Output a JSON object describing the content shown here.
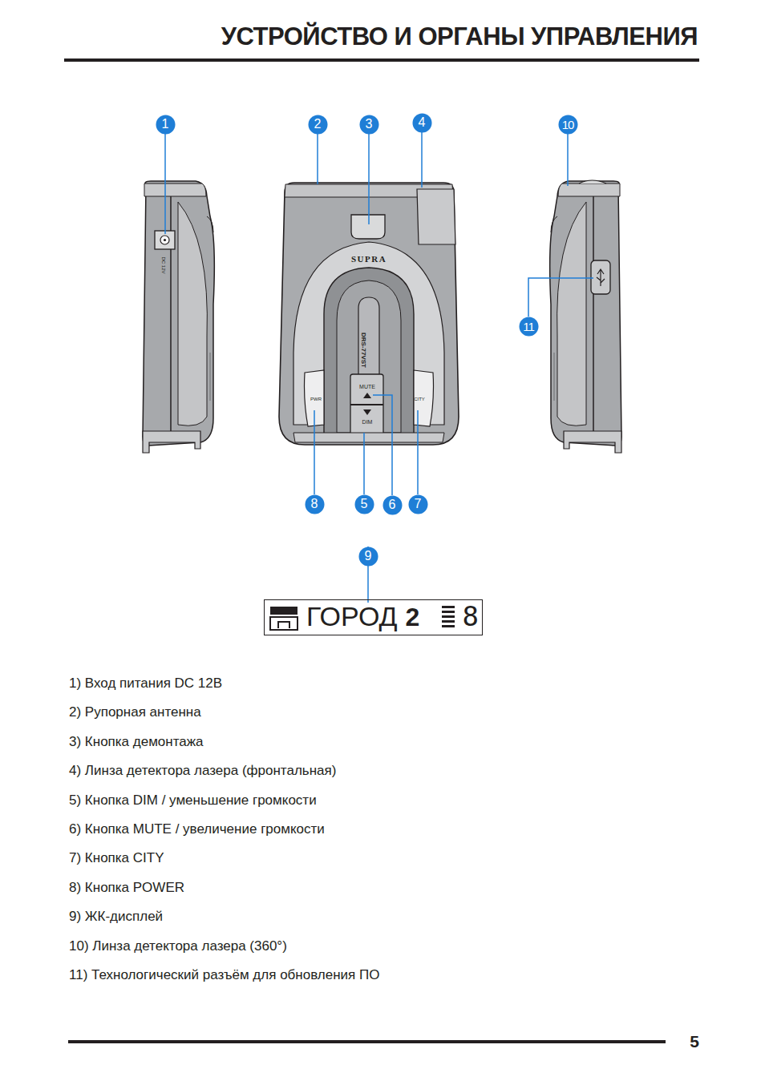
{
  "diagram": {
    "title": "УСТРОЙСТВО И ОРГАНЫ УПРАВЛЕНИЯ",
    "nodes": [
      {
        "text": [
          "1"
        ]
      },
      {
        "text": [
          "2"
        ]
      },
      {
        "text": [
          "3"
        ]
      },
      {
        "text": [
          "4"
        ]
      },
      {
        "text": [
          "10"
        ]
      },
      {
        "text": [
          "11"
        ]
      },
      {
        "text": [
          "8"
        ]
      },
      {
        "text": [
          "5"
        ]
      },
      {
        "text": [
          "6"
        ]
      },
      {
        "text": [
          "7"
        ]
      },
      {
        "text": [
          "9"
        ]
      },
      {
        "text": [
          "ГОРОД",
          "2",
          "8"
        ]
      }
    ],
    "labels": [
      "SUPRA",
      "DRS-77VST",
      "MUTE",
      "DIM",
      "PWR",
      "CITY",
      "DC 12V",
      "1) Вход питания DC 12В",
      "2) Рупорная антенна",
      "3) Кнопка демонтажа",
      "4) Линза детектора лазера (фронтальная)",
      "5) Кнопка DIM / уменьшение громкости",
      "6) Кнопка MUTE / увеличение громкости",
      "7) Кнопка CITY",
      "8) Кнопка POWER",
      "9) ЖК-дисплей",
      "10) Линза детектора лазера (360°)",
      "11) Технологический разъём для обновления ПО",
      "5"
    ]
  }
}
